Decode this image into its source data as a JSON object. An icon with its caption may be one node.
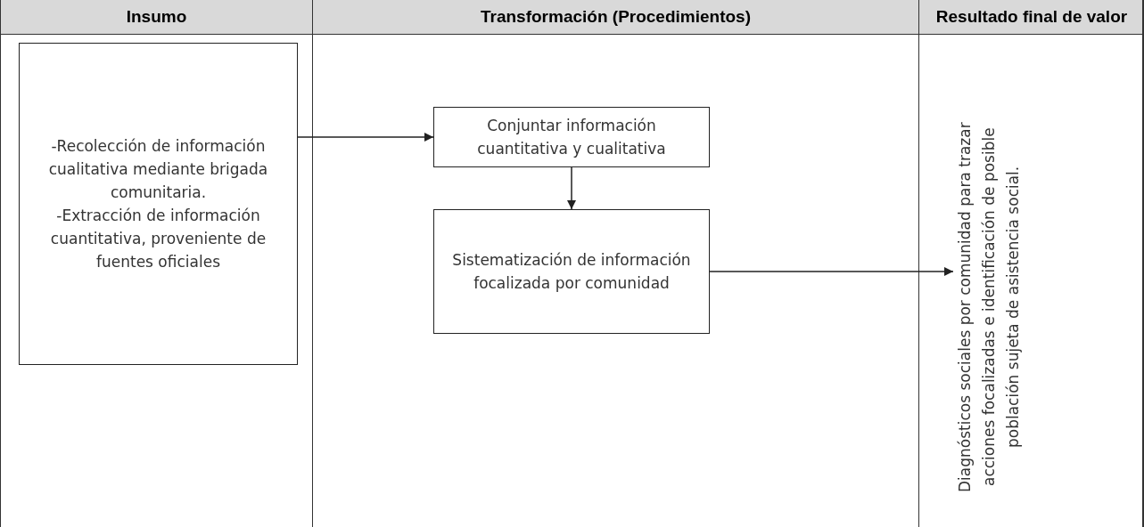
{
  "diagram": {
    "nodes": [
      {
        "text": [
          "Insumo"
        ]
      },
      {
        "text": [
          "Transformación (Procedimientos)"
        ]
      },
      {
        "text": [
          "Resultado final de valor"
        ]
      },
      {
        "text": [
          "-Recolección de información cualitativa mediante brigada comunitaria.",
          "-Extracción de información cuantitativa, proveniente de fuentes oficiales"
        ],
        "in": 0
      },
      {
        "text": [
          "Conjuntar información cuantitativa y cualitativa"
        ],
        "in": 1
      },
      {
        "text": [
          "Sistematización de información focalizada por comunidad"
        ],
        "in": 1
      },
      {
        "text": [
          "Diagnósticos sociales por comunidad para trazar acciones focalizadas e identificación de posible población sujeta de asistencia social."
        ],
        "in": 2
      }
    ],
    "edges": [
      {
        "from": 3,
        "to": 4,
        "arrow": "to"
      },
      {
        "from": 4,
        "to": 5,
        "arrow": "to"
      },
      {
        "from": 5,
        "to": 6,
        "arrow": "to"
      }
    ]
  }
}
